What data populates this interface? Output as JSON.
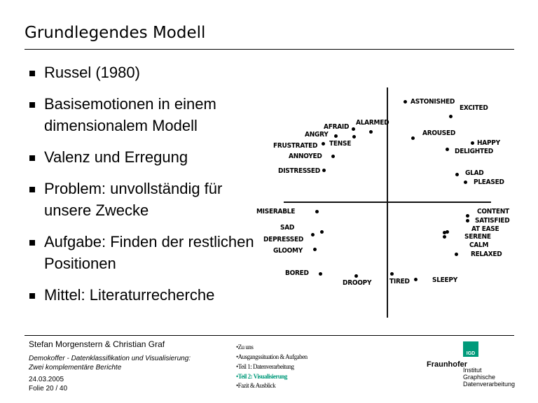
{
  "slide": {
    "title": "Grundlegendes Modell",
    "bullets": [
      "Russel (1980)",
      "Basisemotionen in einem dimensionalem Modell",
      "Valenz und Erregung",
      "Problem: unvollständig für unsere Zwecke",
      "Aufgabe: Finden der restlichen Positionen",
      "Mittel: Literaturrecherche"
    ]
  },
  "diagram": {
    "labels": [
      "ASTONISHED",
      "EXCITED",
      "AFRAID",
      "ALARMED",
      "ANGRY",
      "TENSE",
      "FRUSTRATED",
      "AROUSED",
      "HAPPY",
      "DELIGHTED",
      "ANNOYED",
      "DISTRESSED",
      "GLAD",
      "PLEASED",
      "MISERABLE",
      "CONTENT",
      "SATISFIED",
      "SAD",
      "AT EASE",
      "DEPRESSED",
      "SERENE",
      "CALM",
      "GLOOMY",
      "RELAXED",
      "BORED",
      "DROOPY",
      "TIRED",
      "SLEEPY"
    ]
  },
  "footer": {
    "authors": "Stefan Morgenstern & Christian Graf",
    "subtitle_line1": "Demokoffer - Datenklassifikation und Visualisierung:",
    "subtitle_line2": "Zwei komplementäre Berichte",
    "date": "24.03.2005",
    "slide_number": "Folie 20 / 40",
    "nav": [
      "Zu uns",
      "Ausgangssituation & Aufgaben",
      "Teil 1: Datenverarbeitung",
      "Teil 2: Visualisierung",
      "Fazit & Ausblick"
    ],
    "nav_active_index": 3,
    "accent_color": "#009a7a",
    "logo_badge": "IGD",
    "org": "Fraunhofer",
    "institute": [
      "Institut",
      "Graphische",
      "Datenverarbeitung"
    ]
  }
}
